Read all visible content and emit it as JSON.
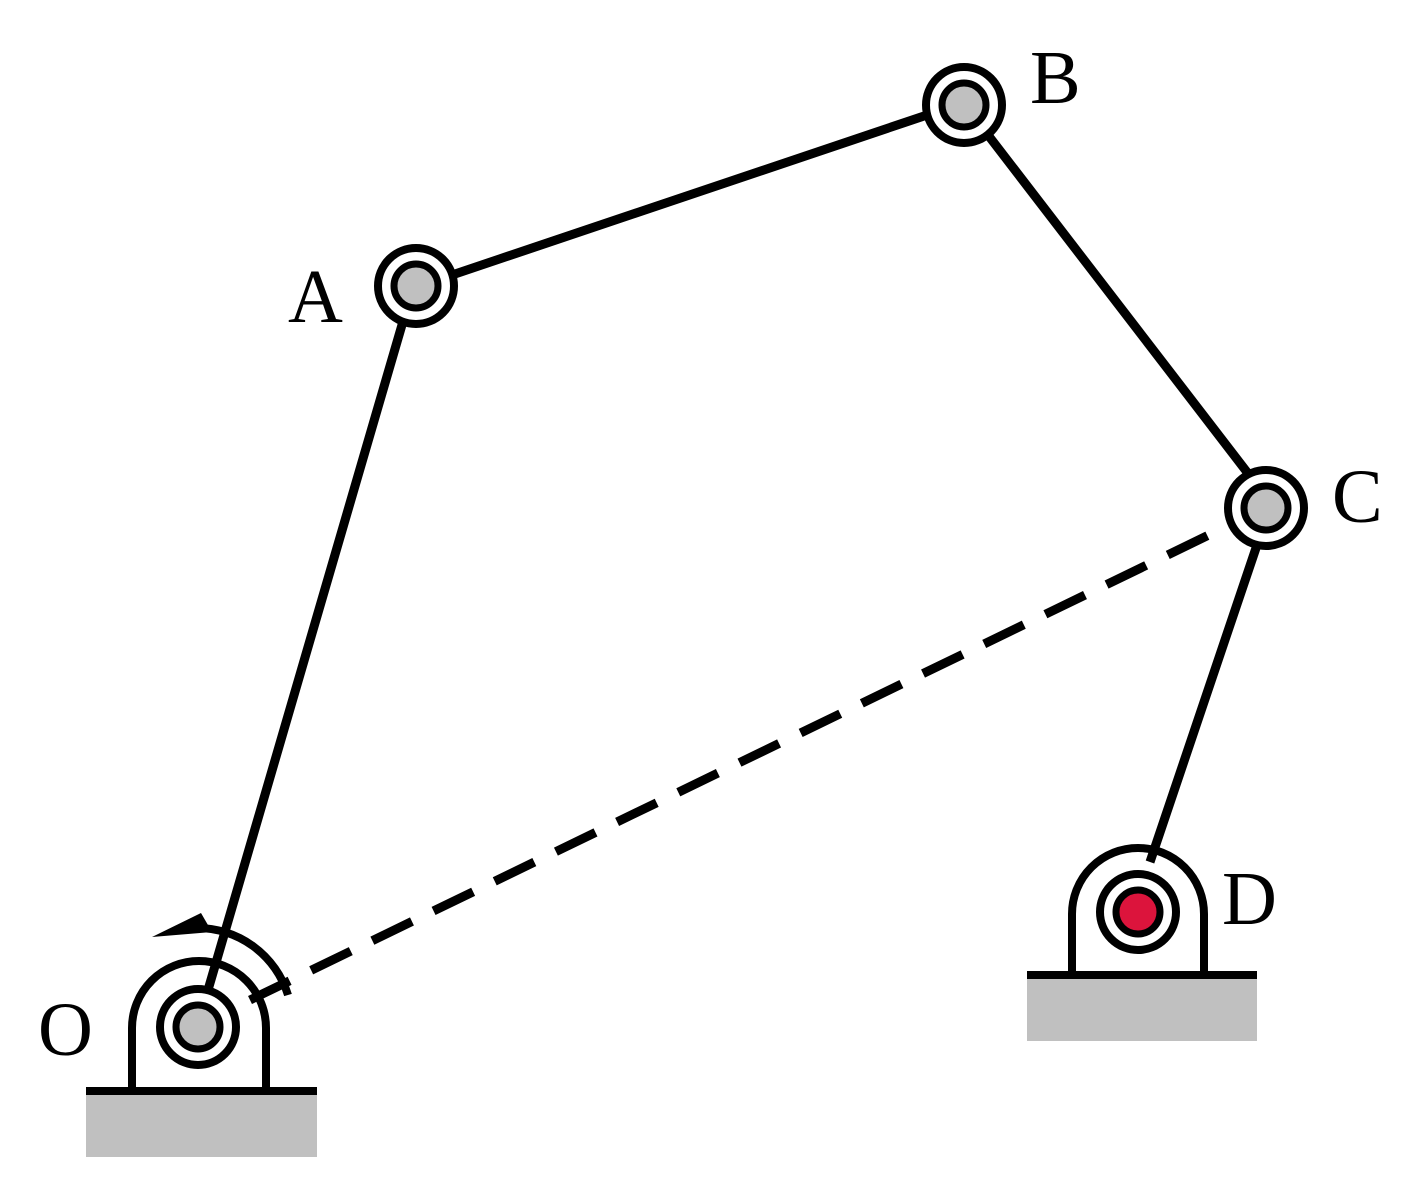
{
  "diagram": {
    "colors": {
      "stroke": "#000000",
      "pin": "#c0c0c0",
      "ground": "#c0c0c0",
      "driven_pin": "#dc143c",
      "background": "#ffffff"
    },
    "labels": {
      "O": "O",
      "A": "A",
      "B": "B",
      "C": "C",
      "D": "D"
    },
    "links": [
      "OA",
      "AB",
      "BC",
      "CD"
    ],
    "dashed_links": [
      "OC"
    ],
    "ground_supports": [
      "O",
      "D"
    ],
    "rotation_indicator": "counterclockwise-arrow-icon"
  }
}
